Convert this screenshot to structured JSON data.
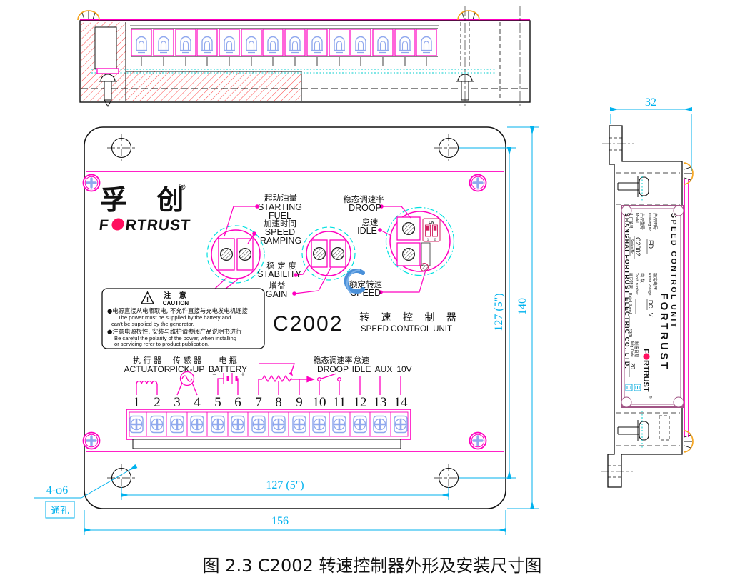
{
  "caption": "图 2.3 C2002 转速控制器外形及安装尺寸图",
  "brand": {
    "zh": "孚 创",
    "reg": "®",
    "f": "F",
    "rest": "RTRUST"
  },
  "panel": {
    "model": "C2002",
    "title_zh": "转 速 控 制 器",
    "title_en": "SPEED CONTROL UNIT"
  },
  "adjusters": {
    "starting_fuel": {
      "zh": "起动油量",
      "en1": "STARTING",
      "en2": "FUEL"
    },
    "speed_ramping": {
      "zh": "加速时间",
      "en1": "SPEED",
      "en2": "RAMPING"
    },
    "stability": {
      "zh": "稳 定 度",
      "en1": "STABILITY"
    },
    "gain": {
      "zh": "增益",
      "en1": "GAIN"
    },
    "droop": {
      "zh": "稳态调速率",
      "en1": "DROOP"
    },
    "idle": {
      "zh": "怠速",
      "en1": "IDLE"
    },
    "rated_speed": {
      "zh": "额定转速",
      "en1": "SPEED"
    }
  },
  "dip": {
    "on": "ON",
    "n1": "1",
    "n2": "2"
  },
  "caution": {
    "mark": "!",
    "title_zh": "注  意",
    "title_en": "CAUTION",
    "b1_zh": "●电源直接从电瓶取电, 不允许直接与充电发电机连接",
    "b1_en1": "The power must be supplied by the  battery and",
    "b1_en2": "can't be supplied by the generator.",
    "b2_zh": "●注意电源极性, 安装与维护请参阅产品说明书进行",
    "b2_en1": "Be careful the polarity of the power, when installing",
    "b2_en2": "or servicing refer to product publication."
  },
  "terminals": {
    "numbers": [
      "1",
      "2",
      "3",
      "4",
      "5",
      "6",
      "7",
      "8",
      "9",
      "10",
      "11",
      "12",
      "13",
      "14"
    ],
    "actuator_zh": "执 行 器",
    "actuator_en": "ACTUATOR",
    "pickup_zh": "传 感 器",
    "pickup_en": "PICK-UP",
    "battery_zh": "电  瓶",
    "battery_en": "BATTERY",
    "battery_minus": "−",
    "battery_plus": "+",
    "droop_zh": "稳态调速率",
    "droop_en": "DROOP",
    "idle_zh": "怠速",
    "idle_en": "IDLE",
    "aux": "AUX",
    "v10": "10V"
  },
  "dims": {
    "h127": "127  (5\")",
    "w127": "127  (5\")",
    "w156": "156",
    "h140": "140",
    "d32": "32",
    "holes": "4-φ6",
    "through": "通孔"
  },
  "side_label": {
    "title": "SPEED CONTROL UNIT",
    "brand": "FORTRUST",
    "drawing_zh": "产品图号",
    "drawing_en": "Drawing No.",
    "drawing_val": "FD",
    "model_zh": "产品型号",
    "model_en": "Model",
    "model_val": "C2002",
    "series_zh": "出厂编号",
    "series_en": "Series No.",
    "voltage_zh": "额定电压",
    "voltage_en": "Rated Voltage",
    "voltage_val": "DC",
    "voltage_unit": "V",
    "tooth_zh": "齿  数",
    "tooth_en": "Tooth number",
    "speed_zh": "额定转速",
    "speed_en": "Rated Speed",
    "speed_unit": "rpm",
    "date_zh": "制造日期",
    "date_en": "Mfg. Date",
    "date_val": "20",
    "company": "SHANGHAI FORTRUST ELECTRIC CO.,LTD.",
    "logo_f": "F",
    "logo_rest": "RTRUST",
    "reg": "®"
  }
}
